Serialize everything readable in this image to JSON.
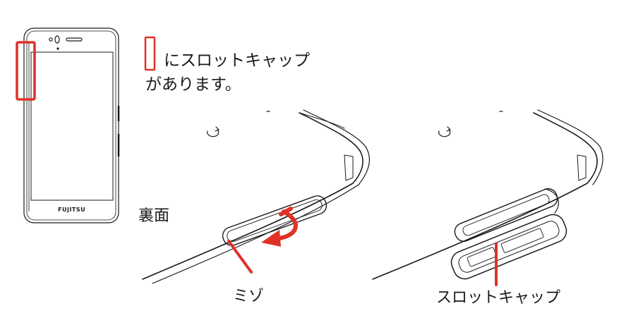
{
  "instruction": {
    "line1": "にスロットキャップ",
    "line2": "があります。"
  },
  "labels": {
    "back": "裏面",
    "groove": "ミゾ",
    "slot_cap": "スロットキャップ"
  },
  "phone": {
    "brand": "FUJITSU"
  },
  "colors": {
    "highlight": "#e03127",
    "line": "#1a1a1a"
  }
}
